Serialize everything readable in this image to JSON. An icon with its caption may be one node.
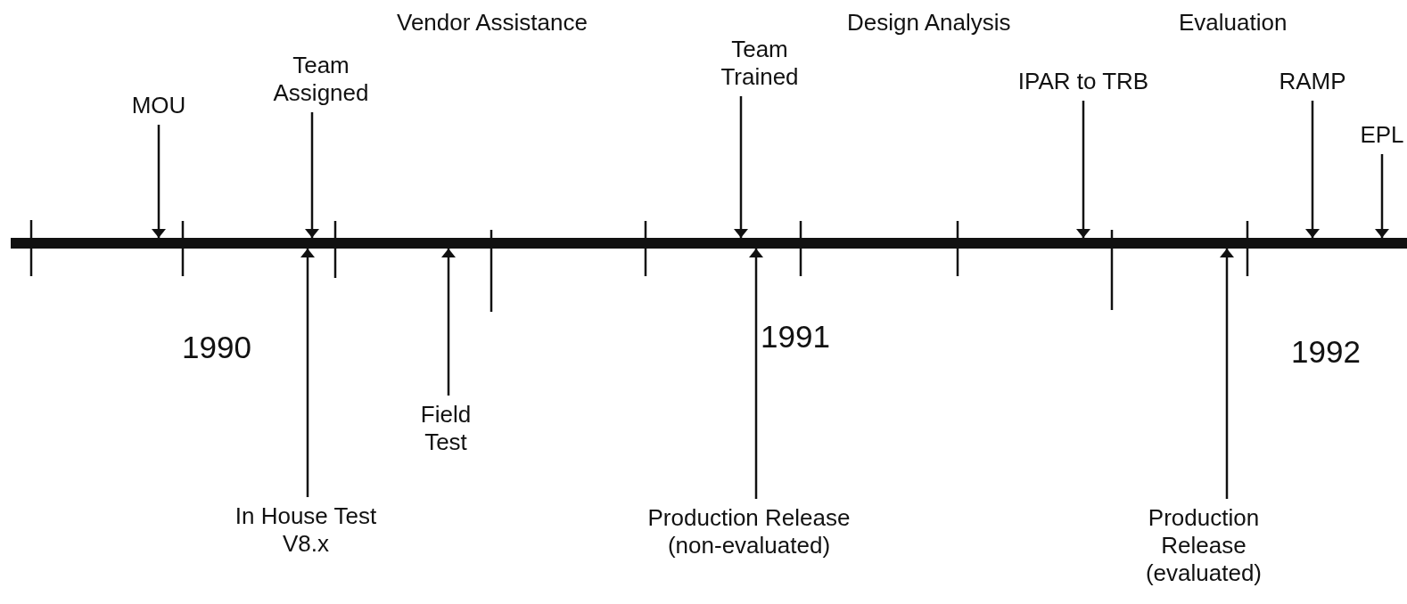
{
  "diagram": {
    "nodes": [
      {
        "text": [
          "MOU"
        ]
      },
      {
        "text": [
          "Team Assigned"
        ]
      },
      {
        "text": [
          "Team Trained"
        ]
      },
      {
        "text": [
          "IPAR to TRB"
        ]
      },
      {
        "text": [
          "RAMP"
        ]
      },
      {
        "text": [
          "EPL"
        ]
      },
      {
        "text": [
          "In House Test V8.x"
        ]
      },
      {
        "text": [
          "Field Test"
        ]
      },
      {
        "text": [
          "Production Release (non-evaluated)"
        ]
      },
      {
        "text": [
          "Production Release (evaluated)"
        ]
      },
      {
        "text": [],
        "shape": "bar"
      }
    ],
    "edges": [
      {
        "from": 0,
        "to": 10,
        "arrow": "to"
      },
      {
        "from": 1,
        "to": 10,
        "arrow": "to"
      },
      {
        "from": 2,
        "to": 10,
        "arrow": "to"
      },
      {
        "from": 3,
        "to": 10,
        "arrow": "to"
      },
      {
        "from": 4,
        "to": 10,
        "arrow": "to"
      },
      {
        "from": 5,
        "to": 10,
        "arrow": "to"
      },
      {
        "from": 6,
        "to": 10,
        "arrow": "to"
      },
      {
        "from": 7,
        "to": 10,
        "arrow": "to"
      },
      {
        "from": 8,
        "to": 10,
        "arrow": "to"
      },
      {
        "from": 9,
        "to": 10,
        "arrow": "to"
      }
    ],
    "labels": [
      "Vendor Assistance",
      "Design Analysis",
      "Evaluation",
      "1990",
      "1991",
      "1992"
    ]
  }
}
